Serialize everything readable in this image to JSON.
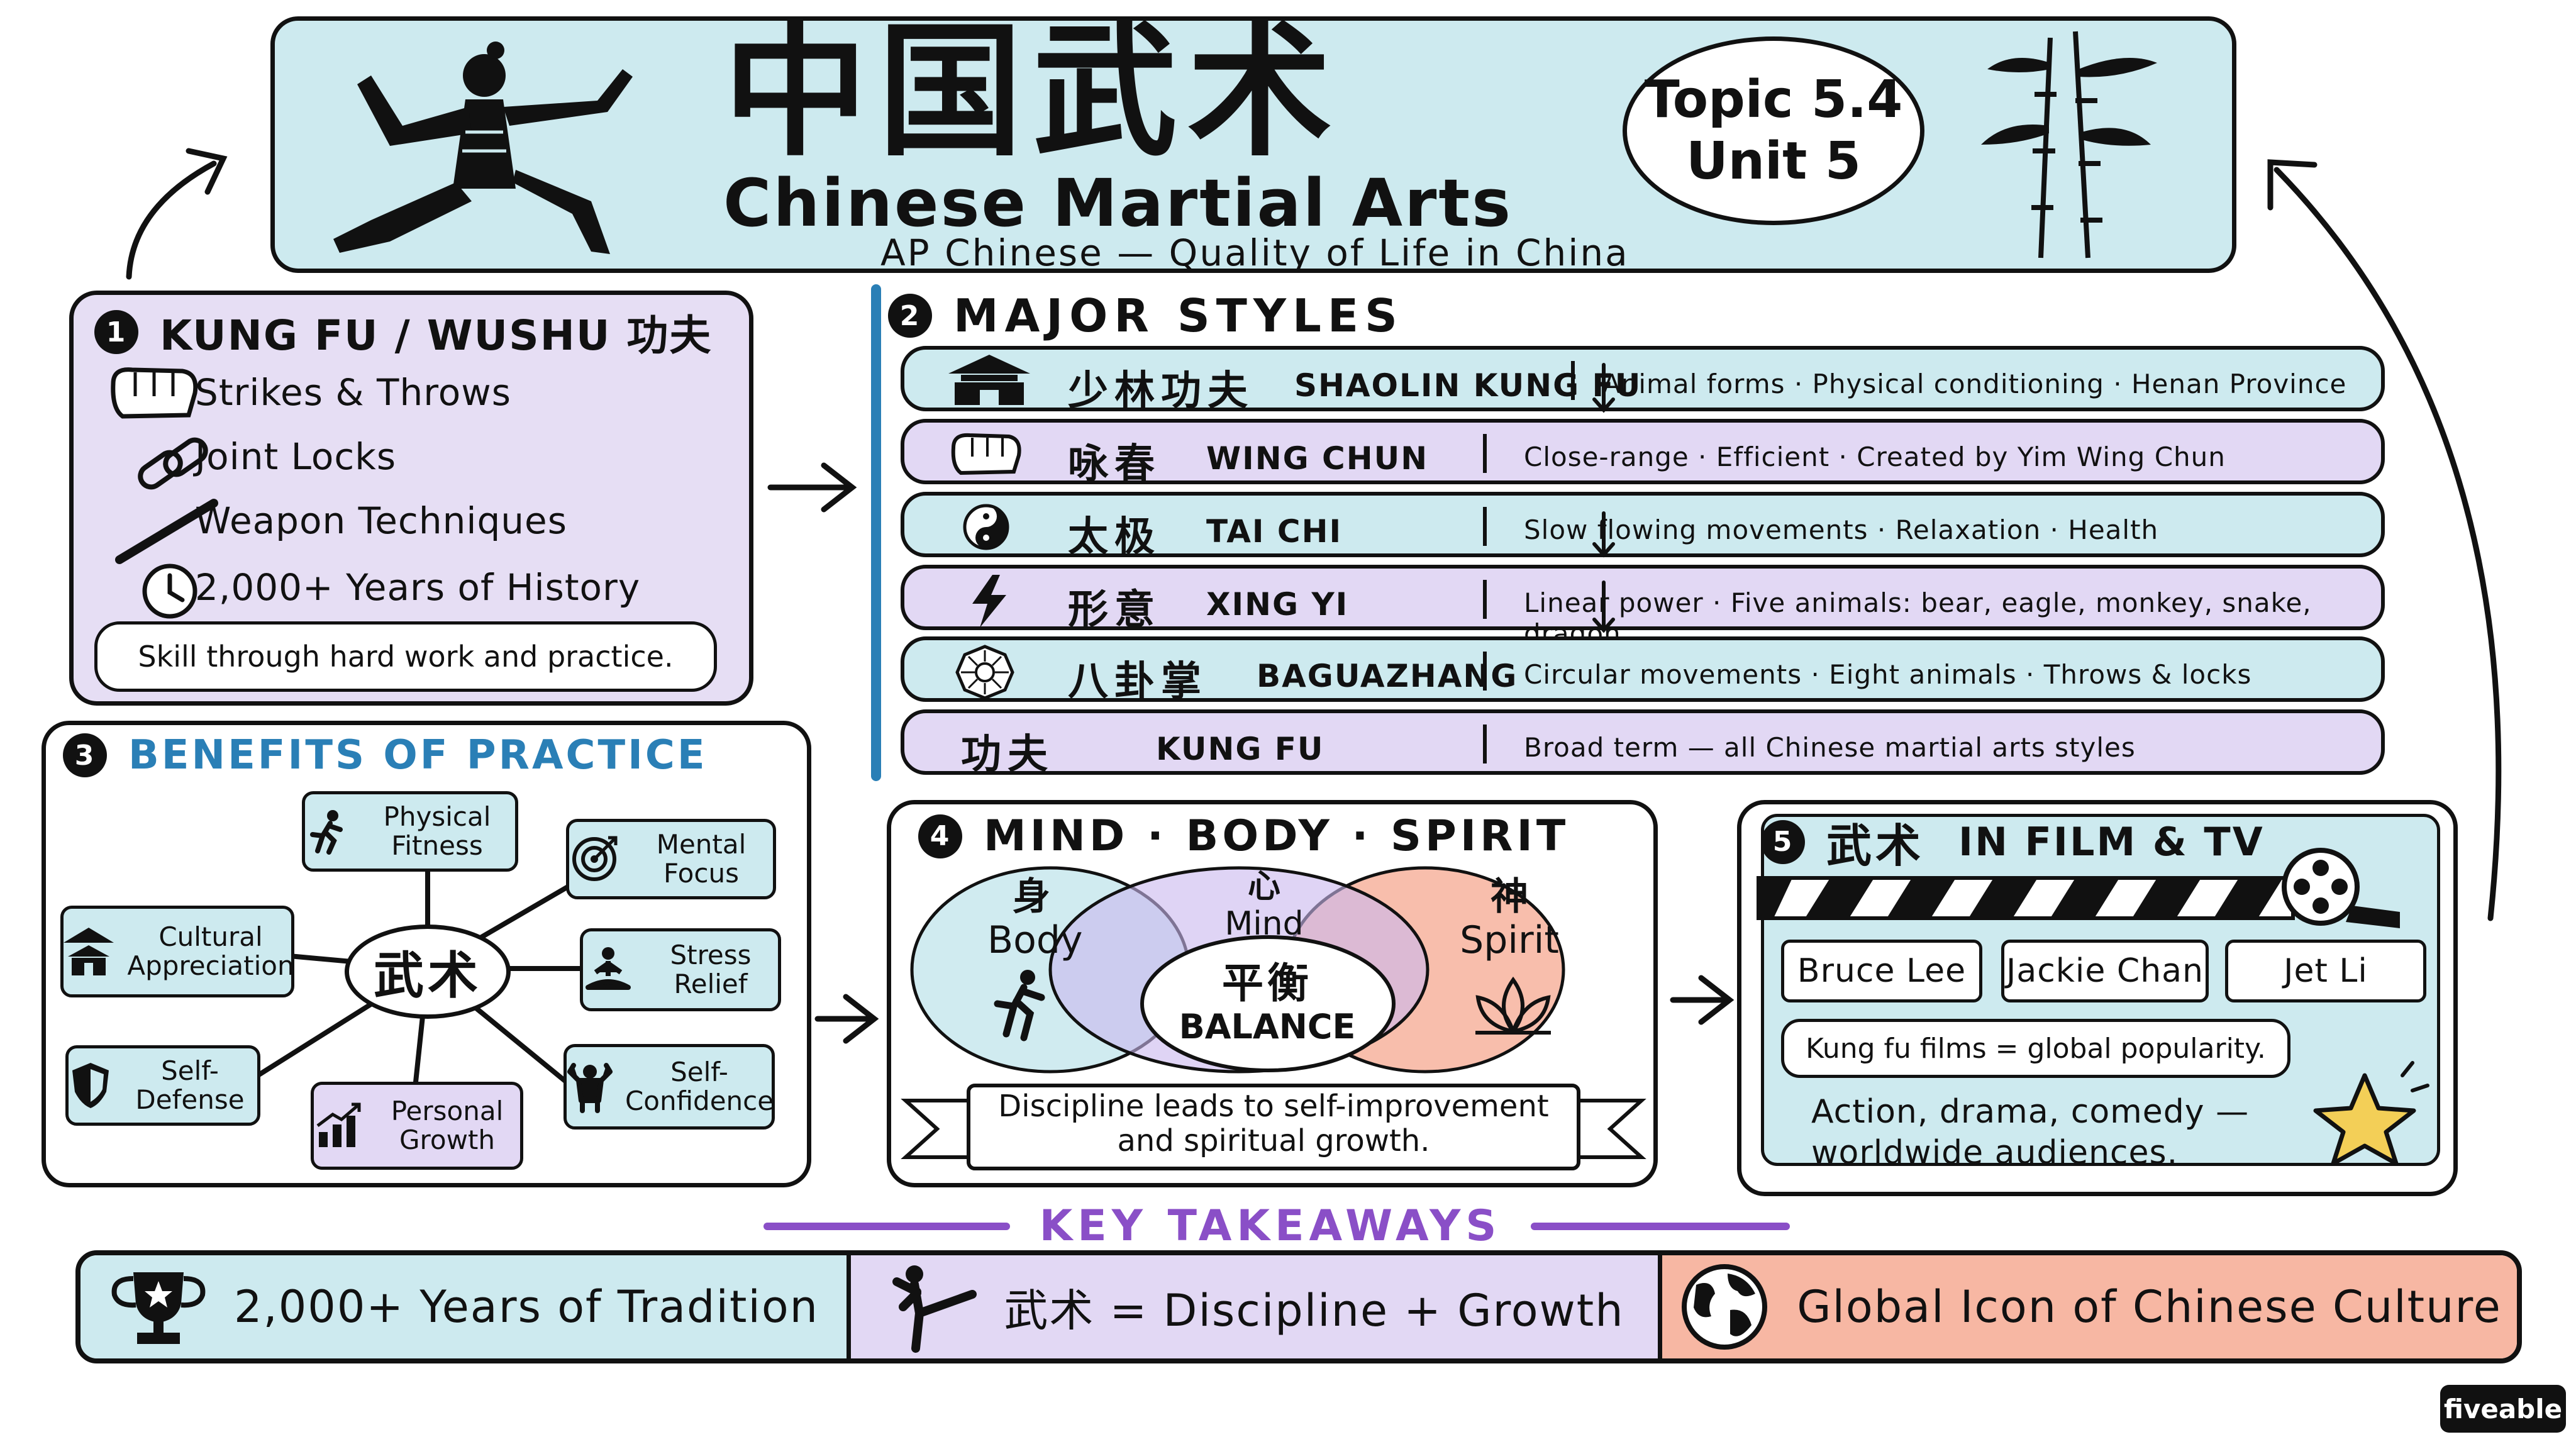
{
  "header": {
    "title_cn": "中国武术",
    "title_en": "Chinese Martial Arts",
    "subtitle": "AP Chinese — Quality of Life in China",
    "topic": "Topic 5.4",
    "unit": "Unit 5"
  },
  "section1": {
    "number": "1",
    "title": "KUNG FU / WUSHU 功夫",
    "items": [
      {
        "label": "Strikes & Throws",
        "icon": "fist-icon"
      },
      {
        "label": "Joint Locks",
        "icon": "chain-link-icon"
      },
      {
        "label": "Weapon Techniques",
        "icon": "staff-icon"
      },
      {
        "label": "2,000+ Years of History",
        "icon": "clock-icon"
      }
    ],
    "quote": "Skill through hard work and practice."
  },
  "section2": {
    "number": "2",
    "title": "MAJOR STYLES",
    "styles": [
      {
        "cn": "少林功夫",
        "en": "SHAOLIN KUNG FU",
        "desc": "Animal forms · Physical conditioning · Henan Province",
        "icon": "temple-icon"
      },
      {
        "cn": "咏春",
        "en": "WING CHUN",
        "desc": "Close-range · Efficient · Created by Yim Wing Chun",
        "icon": "fist-icon"
      },
      {
        "cn": "太极",
        "en": "TAI CHI",
        "desc": "Slow flowing movements · Relaxation · Health",
        "icon": "yin-yang-icon"
      },
      {
        "cn": "形意",
        "en": "XING YI",
        "desc": "Linear power · Five animals: bear, eagle, monkey, snake, dragon",
        "icon": "lightning-icon"
      },
      {
        "cn": "八卦掌",
        "en": "BAGUAZHANG",
        "desc": "Circular movements · Eight animals · Throws & locks",
        "icon": "bagua-icon"
      },
      {
        "cn": "功夫",
        "en": "KUNG FU",
        "desc": "Broad term — all Chinese martial arts styles",
        "icon": ""
      }
    ]
  },
  "section3": {
    "number": "3",
    "title": "BENEFITS OF PRACTICE",
    "center": "武术",
    "benefits": [
      {
        "label": "Physical Fitness",
        "icon": "running-person-icon"
      },
      {
        "label": "Mental Focus",
        "icon": "target-icon"
      },
      {
        "label": "Cultural Appreciation",
        "icon": "pagoda-icon"
      },
      {
        "label": "Stress Relief",
        "icon": "meditation-icon"
      },
      {
        "label": "Self-Defense",
        "icon": "shield-icon"
      },
      {
        "label": "Personal Growth",
        "icon": "growth-chart-icon"
      },
      {
        "label": "Self-Confidence",
        "icon": "strong-person-icon"
      }
    ]
  },
  "section4": {
    "number": "4",
    "title": "MIND · BODY · SPIRIT",
    "body_cn": "身",
    "body_en": "Body",
    "mind_cn": "心",
    "mind_en": "Mind",
    "spirit_cn": "神",
    "spirit_en": "Spirit",
    "balance_cn": "平衡",
    "balance_en": "BALANCE",
    "banner_line1": "Discipline leads to self-improvement",
    "banner_line2": "and spiritual growth."
  },
  "section5": {
    "number": "5",
    "title_cn": "武术",
    "title_en": "IN FILM & TV",
    "actors": [
      "Bruce Lee",
      "Jackie Chan",
      "Jet Li"
    ],
    "bubble": "Kung fu films = global popularity.",
    "text_line1": "Action, drama, comedy —",
    "text_line2": "worldwide audiences."
  },
  "takeaways": {
    "title": "KEY TAKEAWAYS",
    "items": [
      {
        "label": "2,000+ Years of Tradition",
        "icon": "trophy-icon",
        "color": "#cdeaef"
      },
      {
        "label": "武术 = Discipline + Growth",
        "icon": "kick-icon",
        "color": "#e2d8f4"
      },
      {
        "label": "Global Icon of Chinese Culture",
        "icon": "globe-icon",
        "color": "#f7b7a3"
      }
    ]
  },
  "brand": "fiveable",
  "colors": {
    "blue": "#cdeaef",
    "purple": "#e2d8f4",
    "salmon": "#f7b7a3",
    "accent_blue": "#2a7fb6",
    "accent_purple": "#8a4fc7"
  }
}
